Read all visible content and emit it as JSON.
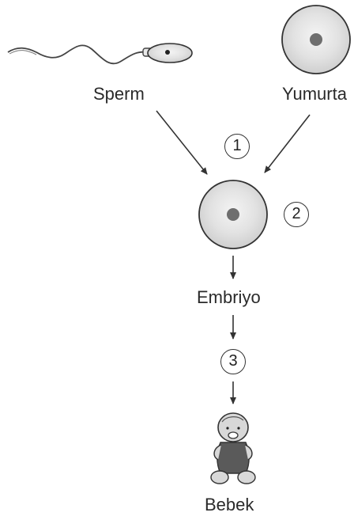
{
  "labels": {
    "sperm": "Sperm",
    "egg": "Yumurta",
    "embryo": "Embriyo",
    "baby": "Bebek"
  },
  "steps": {
    "one": "1",
    "two": "2",
    "three": "3"
  },
  "icons": {
    "sperm": "sperm-cell",
    "egg": "egg-cell",
    "zygote": "fertilized-egg",
    "baby": "baby"
  },
  "colors": {
    "ink": "#333333",
    "cell_fill": "#d9d9d9",
    "cell_center": "#f2f2f2",
    "nucleus": "#6e6e6e",
    "baby_shirt": "#5a5a5a"
  }
}
